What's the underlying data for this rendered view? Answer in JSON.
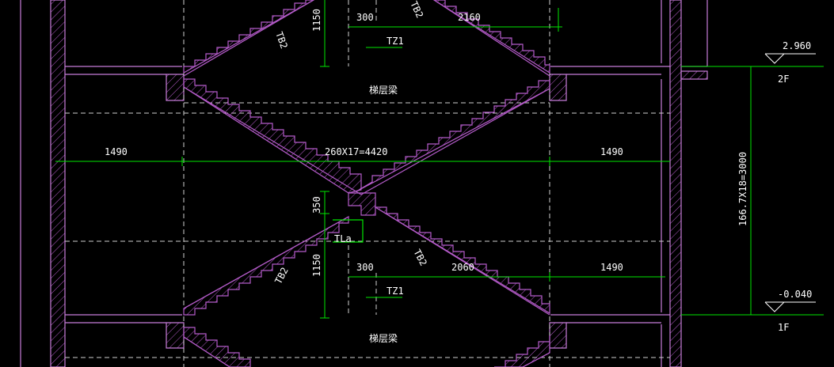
{
  "colors": {
    "background": "#000000",
    "wall": "#c77dd9",
    "stair": "#b45bc9",
    "dimension": "#00e600",
    "hidden": "#d0d0d0",
    "text": "#ffffff"
  },
  "labels": {
    "beam_top": "梯层梁",
    "beam_bottom": "梯层梁",
    "tz1_top": "TZ1",
    "tz1_bottom": "TZ1",
    "tl_a": "TLa",
    "tb2_a": "TB2",
    "tb2_b": "TB2",
    "tb2_c": "TB2",
    "tb2_d": "TB2"
  },
  "dimensions": {
    "d1150_top": "1150",
    "d300_top": "300",
    "d2160": "2160",
    "d1490_left": "1490",
    "d_run": "260X17=4420",
    "d1490_right_top": "1490",
    "d350": "350",
    "d1150_bottom": "1150",
    "d300_bottom": "300",
    "d2060": "2060",
    "d1490_right_bottom": "1490",
    "d_height": "166.7X18=3000"
  },
  "levels": {
    "upper_value": "2.960",
    "upper_floor": "2F",
    "lower_value": "-0.040",
    "lower_floor": "1F"
  }
}
